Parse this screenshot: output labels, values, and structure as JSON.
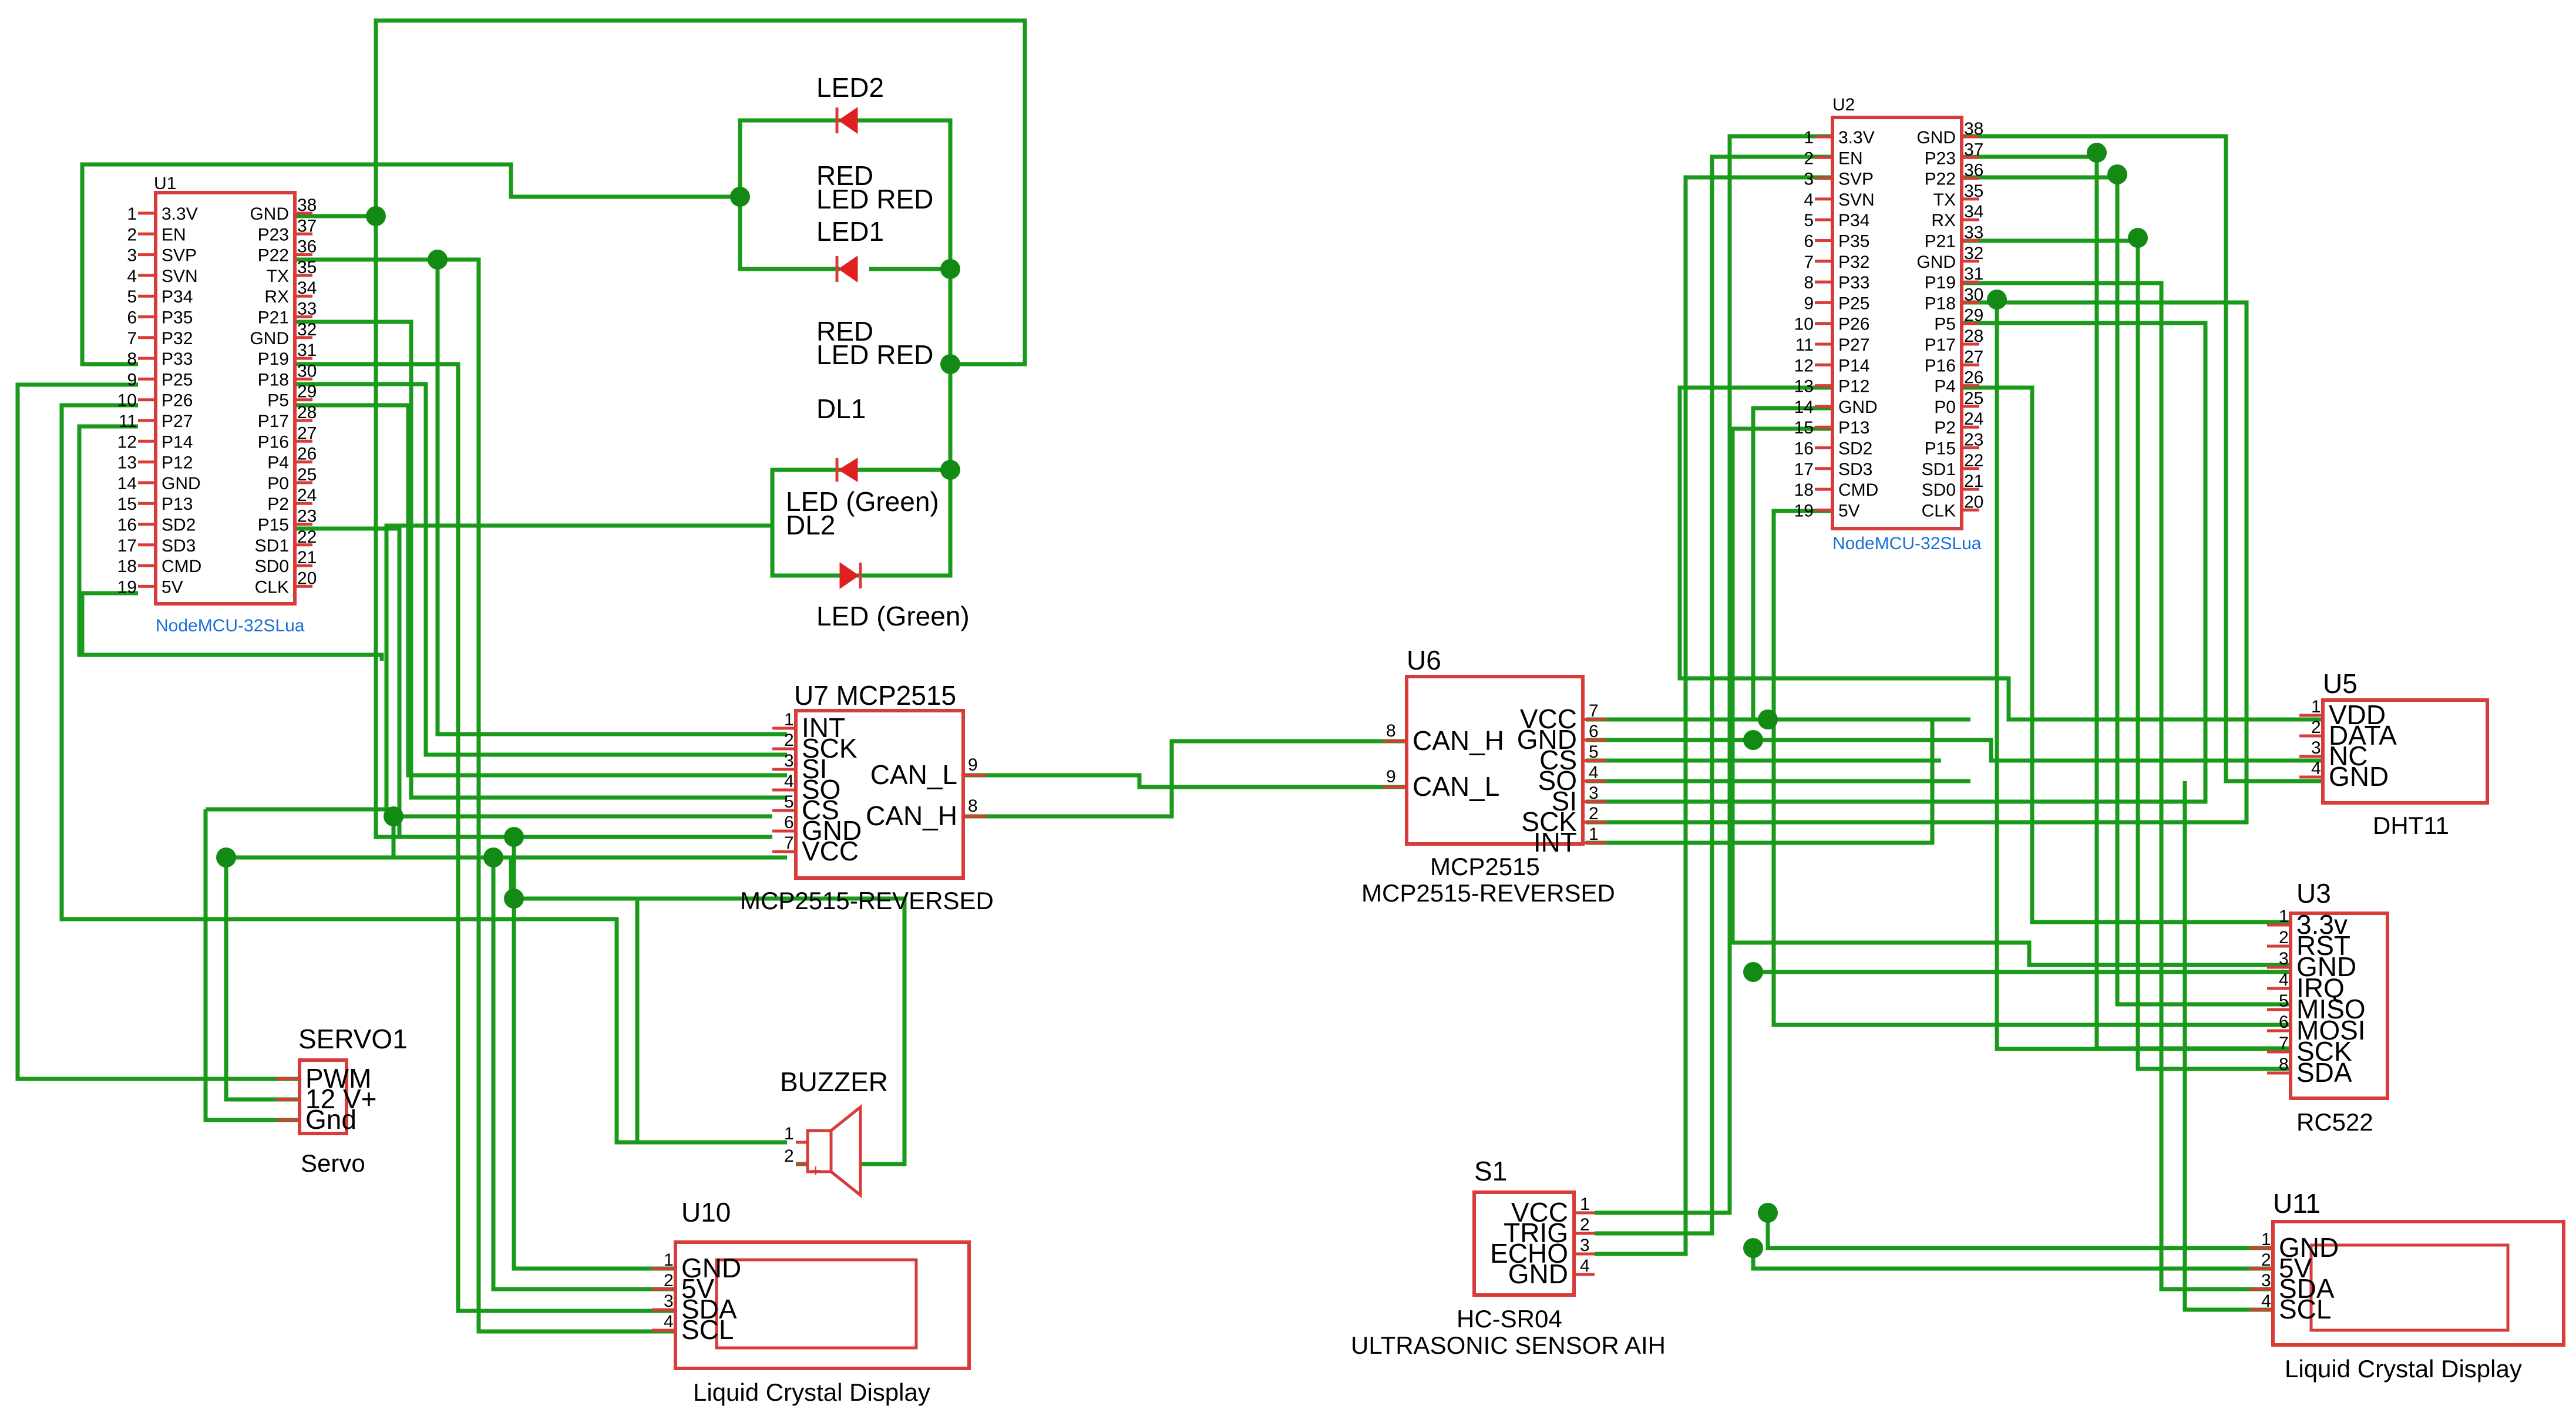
{
  "colors": {
    "wire": "#1a9a1a",
    "junction": "#138a13",
    "component_outline": "#d93b3b",
    "led": "#e02020",
    "mcu_part_name": "#1b6fd6"
  },
  "u1": {
    "ref": "U1",
    "part": "NodeMCU-32SLua",
    "left_pins": [
      [
        "1",
        "3.3V"
      ],
      [
        "2",
        "EN"
      ],
      [
        "3",
        "SVP"
      ],
      [
        "4",
        "SVN"
      ],
      [
        "5",
        "P34"
      ],
      [
        "6",
        "P35"
      ],
      [
        "7",
        "P32"
      ],
      [
        "8",
        "P33"
      ],
      [
        "9",
        "P25"
      ],
      [
        "10",
        "P26"
      ],
      [
        "11",
        "P27"
      ],
      [
        "12",
        "P14"
      ],
      [
        "13",
        "P12"
      ],
      [
        "14",
        "GND"
      ],
      [
        "15",
        "P13"
      ],
      [
        "16",
        "SD2"
      ],
      [
        "17",
        "SD3"
      ],
      [
        "18",
        "CMD"
      ],
      [
        "19",
        "5V"
      ]
    ],
    "right_pins": [
      [
        "38",
        "GND"
      ],
      [
        "37",
        "P23"
      ],
      [
        "36",
        "P22"
      ],
      [
        "35",
        "TX"
      ],
      [
        "34",
        "RX"
      ],
      [
        "33",
        "P21"
      ],
      [
        "32",
        "GND"
      ],
      [
        "31",
        "P19"
      ],
      [
        "30",
        "P18"
      ],
      [
        "29",
        "P5"
      ],
      [
        "28",
        "P17"
      ],
      [
        "27",
        "P16"
      ],
      [
        "26",
        "P4"
      ],
      [
        "25",
        "P0"
      ],
      [
        "24",
        "P2"
      ],
      [
        "23",
        "P15"
      ],
      [
        "22",
        "SD1"
      ],
      [
        "21",
        "SD0"
      ],
      [
        "20",
        "CLK"
      ]
    ]
  },
  "u2": {
    "ref": "U2",
    "part": "NodeMCU-32SLua",
    "left_pins": [
      [
        "1",
        "3.3V"
      ],
      [
        "2",
        "EN"
      ],
      [
        "3",
        "SVP"
      ],
      [
        "4",
        "SVN"
      ],
      [
        "5",
        "P34"
      ],
      [
        "6",
        "P35"
      ],
      [
        "7",
        "P32"
      ],
      [
        "8",
        "P33"
      ],
      [
        "9",
        "P25"
      ],
      [
        "10",
        "P26"
      ],
      [
        "11",
        "P27"
      ],
      [
        "12",
        "P14"
      ],
      [
        "13",
        "P12"
      ],
      [
        "14",
        "GND"
      ],
      [
        "15",
        "P13"
      ],
      [
        "16",
        "SD2"
      ],
      [
        "17",
        "SD3"
      ],
      [
        "18",
        "CMD"
      ],
      [
        "19",
        "5V"
      ]
    ],
    "right_pins": [
      [
        "38",
        "GND"
      ],
      [
        "37",
        "P23"
      ],
      [
        "36",
        "P22"
      ],
      [
        "35",
        "TX"
      ],
      [
        "34",
        "RX"
      ],
      [
        "33",
        "P21"
      ],
      [
        "32",
        "GND"
      ],
      [
        "31",
        "P19"
      ],
      [
        "30",
        "P18"
      ],
      [
        "29",
        "P5"
      ],
      [
        "28",
        "P17"
      ],
      [
        "27",
        "P16"
      ],
      [
        "26",
        "P4"
      ],
      [
        "25",
        "P0"
      ],
      [
        "24",
        "P2"
      ],
      [
        "23",
        "P15"
      ],
      [
        "22",
        "SD1"
      ],
      [
        "21",
        "SD0"
      ],
      [
        "20",
        "CLK"
      ]
    ]
  },
  "led2": {
    "ref": "LED2",
    "line1": "RED",
    "line2": "LED RED"
  },
  "led1": {
    "ref": "LED1",
    "line1": "RED",
    "line2": "LED RED"
  },
  "dl1": {
    "ref": "DL1",
    "label": "LED (Green)"
  },
  "dl2": {
    "ref": "DL2",
    "label": "LED (Green)"
  },
  "u7": {
    "ref": "U7 MCP2515",
    "part": "MCP2515-REVERSED",
    "left_pins": [
      [
        "1",
        "INT"
      ],
      [
        "2",
        "SCK"
      ],
      [
        "3",
        "SI"
      ],
      [
        "4",
        "SO"
      ],
      [
        "5",
        "CS"
      ],
      [
        "6",
        "GND"
      ],
      [
        "7",
        "VCC"
      ]
    ],
    "right_pins": [
      [
        "9",
        "CAN_L"
      ],
      [
        "8",
        "CAN_H"
      ]
    ]
  },
  "u6": {
    "ref": "U6",
    "part1": "MCP2515",
    "part2": "MCP2515-REVERSED",
    "left_pins": [
      [
        "8",
        "CAN_H"
      ],
      [
        "9",
        "CAN_L"
      ]
    ],
    "right_pins": [
      [
        "7",
        "VCC"
      ],
      [
        "6",
        "GND"
      ],
      [
        "5",
        "CS"
      ],
      [
        "4",
        "SO"
      ],
      [
        "3",
        "SI"
      ],
      [
        "2",
        "SCK"
      ],
      [
        "1",
        "INT"
      ]
    ]
  },
  "u5": {
    "ref": "U5",
    "part": "DHT11",
    "pins": [
      [
        "1",
        "VDD"
      ],
      [
        "2",
        "DATA"
      ],
      [
        "3",
        "NC"
      ],
      [
        "4",
        "GND"
      ]
    ]
  },
  "u3": {
    "ref": "U3",
    "part": "RC522",
    "pins": [
      [
        "1",
        "3.3v"
      ],
      [
        "2",
        "RST"
      ],
      [
        "3",
        "GND"
      ],
      [
        "4",
        "IRQ"
      ],
      [
        "5",
        "MISO"
      ],
      [
        "6",
        "MOSI"
      ],
      [
        "7",
        "SCK"
      ],
      [
        "8",
        "SDA"
      ]
    ]
  },
  "servo1": {
    "ref": "SERVO1",
    "part": "Servo",
    "pins": [
      [
        "PWM"
      ],
      [
        "12 V+"
      ],
      [
        "Gnd"
      ]
    ]
  },
  "buzzer": {
    "ref": "BUZZER",
    "pins": [
      [
        "1"
      ],
      [
        "2"
      ]
    ],
    "plus": "+"
  },
  "u10": {
    "ref": "U10",
    "part": "Liquid Crystal Display",
    "pins": [
      [
        "1",
        "GND"
      ],
      [
        "2",
        "5V"
      ],
      [
        "3",
        "SDA"
      ],
      [
        "4",
        "SCL"
      ]
    ]
  },
  "s1": {
    "ref": "S1",
    "part1": "HC-SR04",
    "part2": "ULTRASONIC SENSOR AIH",
    "pins": [
      [
        "1",
        "VCC"
      ],
      [
        "2",
        "TRIG"
      ],
      [
        "3",
        "ECHO"
      ],
      [
        "4",
        "GND"
      ]
    ]
  },
  "u11": {
    "ref": "U11",
    "part": "Liquid Crystal Display",
    "pins": [
      [
        "1",
        "GND"
      ],
      [
        "2",
        "5V"
      ],
      [
        "3",
        "SDA"
      ],
      [
        "4",
        "SCL"
      ]
    ]
  }
}
